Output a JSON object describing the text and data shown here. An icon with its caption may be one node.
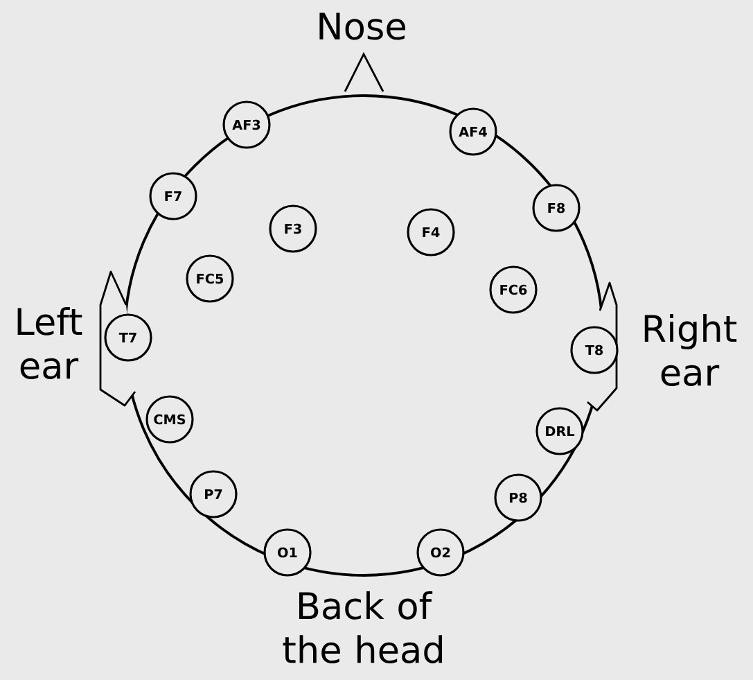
{
  "diagram": {
    "nodes": [
      {
        "text": [
          "AF3"
        ]
      },
      {
        "text": [
          "AF4"
        ]
      },
      {
        "text": [
          "F7"
        ]
      },
      {
        "text": [
          "F3"
        ]
      },
      {
        "text": [
          "F4"
        ]
      },
      {
        "text": [
          "F8"
        ]
      },
      {
        "text": [
          "FC5"
        ]
      },
      {
        "text": [
          "FC6"
        ]
      },
      {
        "text": [
          "T7"
        ]
      },
      {
        "text": [
          "T8"
        ]
      },
      {
        "text": [
          "CMS"
        ]
      },
      {
        "text": [
          "DRL"
        ]
      },
      {
        "text": [
          "P7"
        ]
      },
      {
        "text": [
          "P8"
        ]
      },
      {
        "text": [
          "O1"
        ]
      },
      {
        "text": [
          "O2"
        ]
      }
    ],
    "labels": [
      "Nose",
      "Left ear",
      "Right ear",
      "Back of the head"
    ]
  }
}
